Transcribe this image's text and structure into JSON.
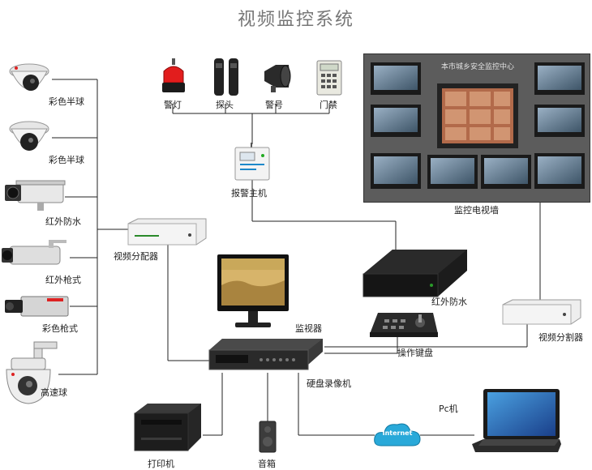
{
  "title": "视频监控系统",
  "cameras": [
    {
      "label": "彩色半球",
      "icon": "dome-camera-icon"
    },
    {
      "label": "彩色半球",
      "icon": "dome-camera-icon"
    },
    {
      "label": "红外防水",
      "icon": "ir-waterproof-camera-icon"
    },
    {
      "label": "红外枪式",
      "icon": "ir-bullet-camera-icon"
    },
    {
      "label": "彩色枪式",
      "icon": "box-camera-icon"
    },
    {
      "label": "高速球",
      "icon": "speed-dome-icon"
    }
  ],
  "alarm_devices": [
    {
      "label": "警灯",
      "icon": "alarm-light-icon"
    },
    {
      "label": "探头",
      "icon": "detector-icon"
    },
    {
      "label": "警号",
      "icon": "siren-icon"
    },
    {
      "label": "门禁",
      "icon": "access-control-icon"
    }
  ],
  "alarm_host": {
    "label": "报警主机"
  },
  "tv_wall": {
    "label": "监控电视墙",
    "banner": "本市城乡安全监控中心"
  },
  "video_splitter_left": {
    "label": "视频分配器"
  },
  "video_splitter_right": {
    "label": "视频分割器"
  },
  "monitor": {
    "label": "监视器"
  },
  "rack_unit": {
    "label": "红外防水"
  },
  "keyboard": {
    "label": "操作键盘"
  },
  "dvr": {
    "label": "硬盘录像机"
  },
  "printer": {
    "label": "打印机"
  },
  "speaker": {
    "label": "音箱"
  },
  "pc": {
    "label": "Pc机"
  },
  "internet": {
    "label": "Internet"
  }
}
